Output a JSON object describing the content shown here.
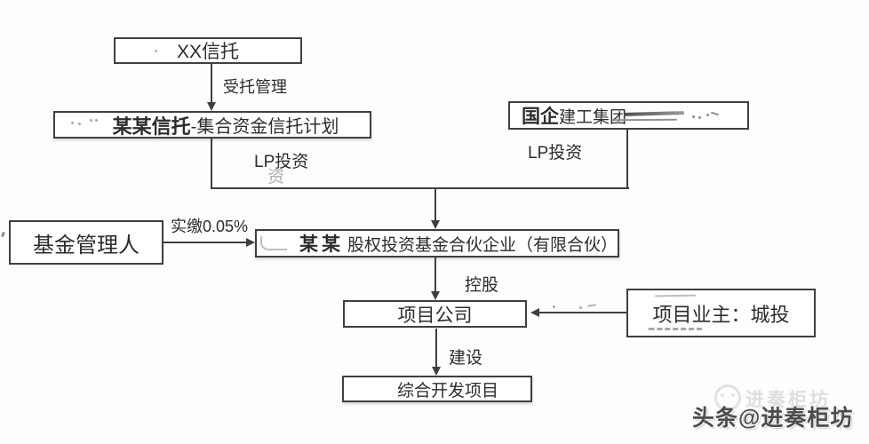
{
  "colors": {
    "background": "#fdfdfd",
    "line": "#3f3f3f",
    "text": "#2c2c2c",
    "ghost_text": "#9a9a9a",
    "watermark_main": "#4c4c4c",
    "watermark_faint": "#dedede"
  },
  "diagram": {
    "nodes": {
      "xx_trust": {
        "label": "XX信托"
      },
      "trust_plan": {
        "label_strong": "某某信托",
        "label_rest": "-集合资金信托计划"
      },
      "soe_group": {
        "label_strong": "国企",
        "label_rest": "建工集团"
      },
      "fund_manager": {
        "label": "基金管理人"
      },
      "partnership": {
        "label_strong": "某某",
        "label_rest": "股权投资基金合伙企业（有限合伙）"
      },
      "project_company": {
        "label": "项目公司"
      },
      "project_owner": {
        "label": "项目业主：城投"
      },
      "dev_project": {
        "label": "综合开发项目"
      }
    },
    "edge_labels": {
      "entrusted_management": "受托管理",
      "lp_invest_left": "LP投资",
      "lp_invest_left_ghost": "资",
      "lp_invest_right": "LP投资",
      "paid_in_capital": "实缴0.05%",
      "controlling_stake": "控股",
      "construction": "建设"
    }
  },
  "watermark": {
    "logo_icon": "smiley-logo",
    "faint_label": "进奏柜坊",
    "main_label": "头条@进奏柜坊"
  }
}
